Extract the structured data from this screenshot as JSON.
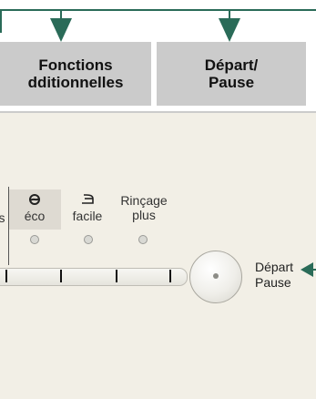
{
  "header": {
    "fonctions_line1": "Fonctions",
    "fonctions_line2": "dditionnelles",
    "depart_line1": "Départ/",
    "depart_line2": "Pause"
  },
  "options": [
    {
      "label": "s",
      "icon": ""
    },
    {
      "label": "éco",
      "icon": "eco-icon"
    },
    {
      "label": "facile",
      "icon": "iron-icon"
    },
    {
      "label": "Rinçage",
      "label2": "plus",
      "icon": ""
    }
  ],
  "knob": {
    "line1": "Départ",
    "line2": "Pause"
  },
  "colors": {
    "arrow": "#2a6b58",
    "label_bg": "#cbcbcb",
    "panel_bg": "#f2efe6"
  }
}
